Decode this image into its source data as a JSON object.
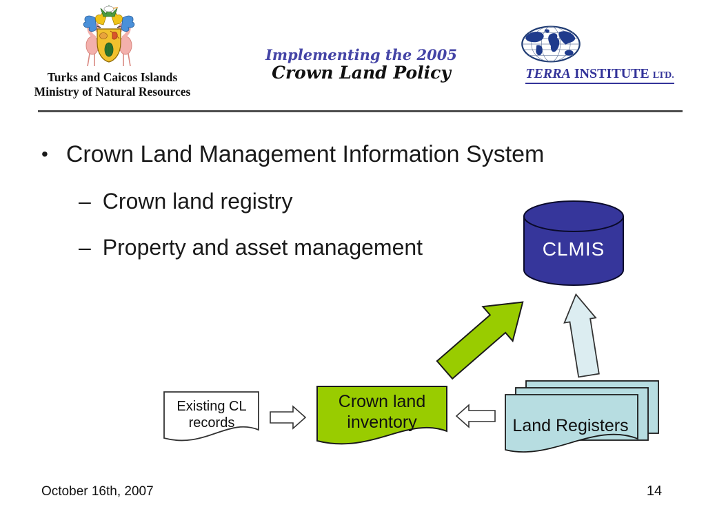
{
  "header": {
    "ministry_line1": "Turks and Caicos Islands",
    "ministry_line2": "Ministry of Natural Resources",
    "title_line1": "Implementing the 2005",
    "title_line2": "Crown Land Policy",
    "terra_word": "TERRA",
    "terra_institute": "INSTITUTE",
    "terra_ltd": "LTD."
  },
  "bullets": {
    "marker": "•",
    "dash": "–",
    "main": "Crown Land Management Information System",
    "sub": [
      "Crown land registry",
      "Property and asset management"
    ]
  },
  "diagram": {
    "database_label": "CLMIS",
    "existing_line1": "Existing CL",
    "existing_line2": "records",
    "inventory_line1": "Crown land",
    "inventory_line2": "inventory",
    "registers_label": "Land Registers"
  },
  "footer": {
    "date": "October 16th, 2007",
    "page_number": "14"
  },
  "colors": {
    "database_blue": "#36369B",
    "arrow_green": "#99CC00",
    "inventory_green": "#99CC00",
    "registers_pale_blue": "#B7DDE1",
    "arrow_pale_blue": "#DCEDF1",
    "title_accent_blue": "#4444A6",
    "terra_blue": "#333399"
  }
}
